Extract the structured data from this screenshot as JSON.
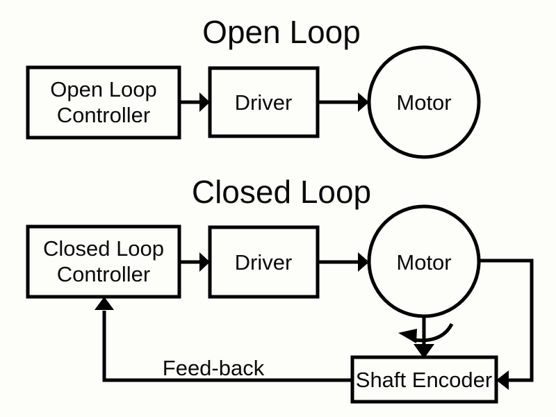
{
  "diagram": {
    "background_color": "#fdfdfa",
    "line_color": "#000000",
    "text_color": "#0a0a0a",
    "sections": [
      {
        "id": "open-loop",
        "title": "Open Loop",
        "nodes": [
          {
            "id": "open-loop-controller",
            "shape": "rect",
            "line1": "Open Loop",
            "line2": "Controller"
          },
          {
            "id": "open-loop-driver",
            "shape": "rect",
            "line1": "Driver",
            "line2": ""
          },
          {
            "id": "open-loop-motor",
            "shape": "circle",
            "line1": "Motor",
            "line2": ""
          }
        ],
        "edges": [
          {
            "from": "open-loop-controller",
            "to": "open-loop-driver",
            "label": ""
          },
          {
            "from": "open-loop-driver",
            "to": "open-loop-motor",
            "label": ""
          }
        ]
      },
      {
        "id": "closed-loop",
        "title": "Closed Loop",
        "nodes": [
          {
            "id": "closed-loop-controller",
            "shape": "rect",
            "line1": "Closed Loop",
            "line2": "Controller"
          },
          {
            "id": "closed-loop-driver",
            "shape": "rect",
            "line1": "Driver",
            "line2": ""
          },
          {
            "id": "closed-loop-motor",
            "shape": "circle",
            "line1": "Motor",
            "line2": ""
          },
          {
            "id": "shaft-encoder",
            "shape": "rect",
            "line1": "Shaft Encoder",
            "line2": ""
          }
        ],
        "edges": [
          {
            "from": "closed-loop-controller",
            "to": "closed-loop-driver",
            "label": ""
          },
          {
            "from": "closed-loop-driver",
            "to": "closed-loop-motor",
            "label": ""
          },
          {
            "from": "closed-loop-motor",
            "to": "shaft-encoder",
            "label": ""
          },
          {
            "from": "closed-loop-motor",
            "to": "shaft-encoder",
            "label": ""
          },
          {
            "from": "shaft-encoder",
            "to": "closed-loop-controller",
            "label": "Feed-back"
          }
        ]
      }
    ],
    "labels": {
      "feedback": "Feed-back"
    }
  }
}
